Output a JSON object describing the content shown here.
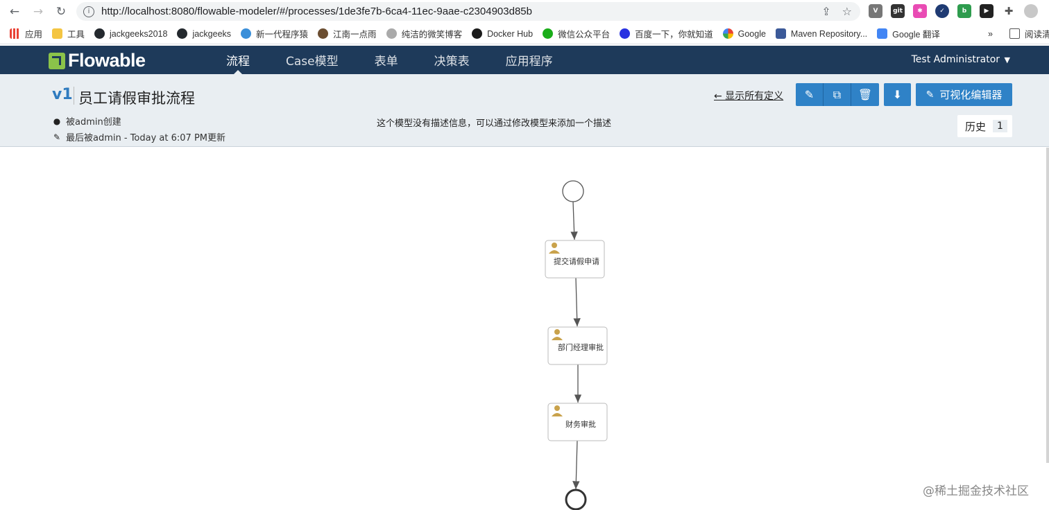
{
  "browser": {
    "url": "http://localhost:8080/flowable-modeler/#/processes/1de3fe7b-6ca4-11ec-9aae-c2304903d85b",
    "bookmarks": [
      {
        "label": "应用",
        "color": "#e94235"
      },
      {
        "label": "工具",
        "color": "#f4c542"
      },
      {
        "label": "jackgeeks2018",
        "color": "#24292e"
      },
      {
        "label": "jackgeeks",
        "color": "#24292e"
      },
      {
        "label": "新一代程序猿",
        "color": "#3a8fd9"
      },
      {
        "label": "江南一点雨",
        "color": "#6b4e31"
      },
      {
        "label": "纯洁的微笑博客",
        "color": "#888888"
      },
      {
        "label": "Docker Hub",
        "color": "#1b1b1b"
      },
      {
        "label": "微信公众平台",
        "color": "#1aad19"
      },
      {
        "label": "百度一下，你就知道",
        "color": "#2932e1"
      },
      {
        "label": "Google",
        "color": "#4285f4"
      },
      {
        "label": "Maven Repository...",
        "color": "#3b5998"
      },
      {
        "label": "Google 翻译",
        "color": "#4285f4"
      }
    ],
    "more": "»",
    "reading_list": "阅读清"
  },
  "app": {
    "logo": "Flowable",
    "nav": [
      {
        "label": "流程",
        "active": true
      },
      {
        "label": "Case模型",
        "active": false
      },
      {
        "label": "表单",
        "active": false
      },
      {
        "label": "决策表",
        "active": false
      },
      {
        "label": "应用程序",
        "active": false
      }
    ],
    "user": "Test Administrator"
  },
  "model": {
    "version": "v1",
    "title": "员工请假审批流程",
    "created_by": "被admin创建",
    "updated_by": "最后被admin - Today at 6:07 PM更新",
    "description": "这个模型没有描述信息，可以通过修改模型来添加一个描述",
    "show_all": "← 显示所有定义",
    "visual_editor": "可视化编辑器",
    "history_label": "历史",
    "history_count": "1"
  },
  "diagram": {
    "tasks": [
      {
        "label": "提交请假申请"
      },
      {
        "label": "部门经理审批"
      },
      {
        "label": "财务审批"
      }
    ]
  },
  "watermark": "@稀土掘金技术社区"
}
